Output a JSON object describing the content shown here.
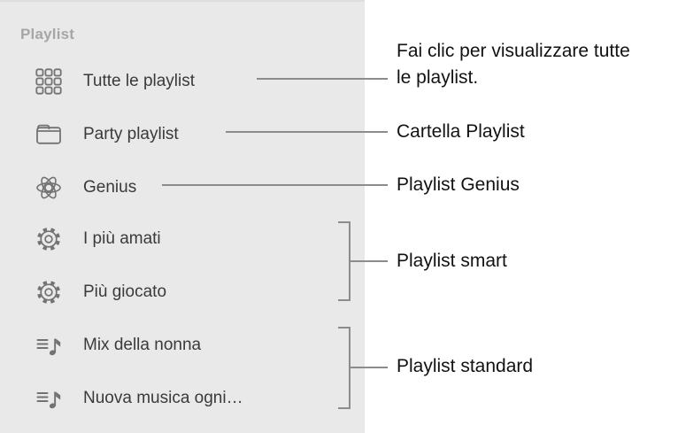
{
  "sidebar": {
    "header": "Playlist",
    "items": [
      {
        "label": "Tutte le playlist",
        "icon": "grid-icon"
      },
      {
        "label": "Party playlist",
        "icon": "folder-icon"
      },
      {
        "label": "Genius",
        "icon": "genius-icon"
      },
      {
        "label": "I più amati",
        "icon": "gear-icon"
      },
      {
        "label": "Più giocato",
        "icon": "gear-icon"
      },
      {
        "label": "Mix della nonna",
        "icon": "music-note-list-icon"
      },
      {
        "label": "Nuova musica ogni…",
        "icon": "music-note-list-icon"
      }
    ]
  },
  "annotations": {
    "all_playlists": "Fai clic per visualizzare tutte le playlist.",
    "folder": "Cartella Playlist",
    "genius": "Playlist Genius",
    "smart": "Playlist smart",
    "standard": "Playlist standard"
  },
  "colors": {
    "sidebar_bg": "#e9e9e9",
    "header_text": "#a6a6a6",
    "item_text": "#3a3a3a",
    "icon": "#737373",
    "callout_line": "#8c8c8c",
    "annotation_text": "#121212"
  }
}
